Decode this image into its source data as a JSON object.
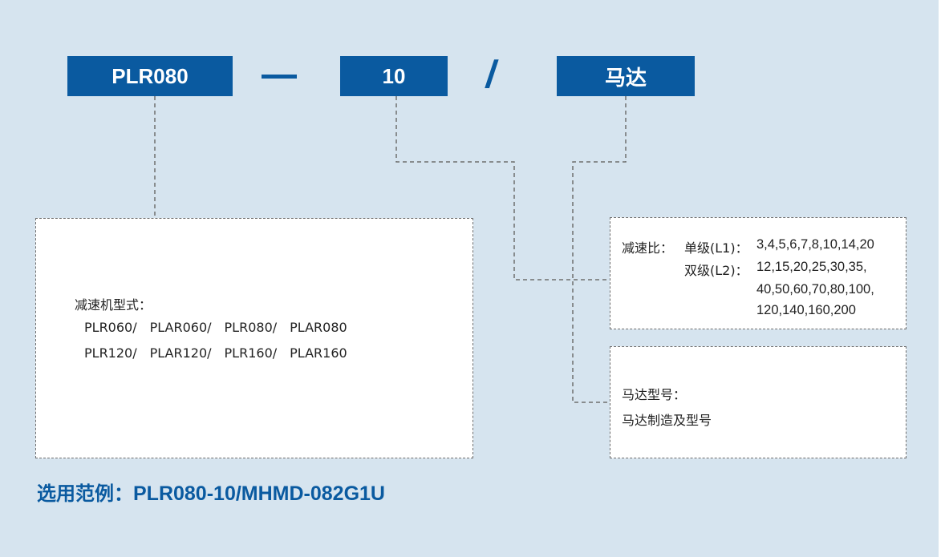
{
  "code": {
    "model": "PLR080",
    "separator_slash": "/",
    "ratio": "10",
    "motor": "马达"
  },
  "model_panel": {
    "label": "减速机型式：",
    "rows": [
      [
        "PLR060/",
        "PLAR060/",
        "PLR080/",
        "PLAR080"
      ],
      [
        "PLR120/",
        "PLAR120/",
        "PLR160/",
        "PLAR160"
      ]
    ]
  },
  "ratio_panel": {
    "label": "减速比：",
    "single_label": "单级(L1)：",
    "single_values": "3,4,5,6,7,8,10,14,20",
    "double_label": "双级(L2)：",
    "double_values": [
      "12,15,20,25,30,35,",
      "40,50,60,70,80,100,",
      "120,140,160,200"
    ]
  },
  "motor_panel": {
    "label": "马达型号：",
    "description": "马达制造及型号"
  },
  "example": {
    "prefix": "选用范例：",
    "code": "PLR080-10/MHMD-082G1U"
  },
  "colors": {
    "background": "#d6e4ef",
    "accent": "#0a5aa0",
    "panel": "#ffffff",
    "dashed_line": "#6e6e6e"
  }
}
